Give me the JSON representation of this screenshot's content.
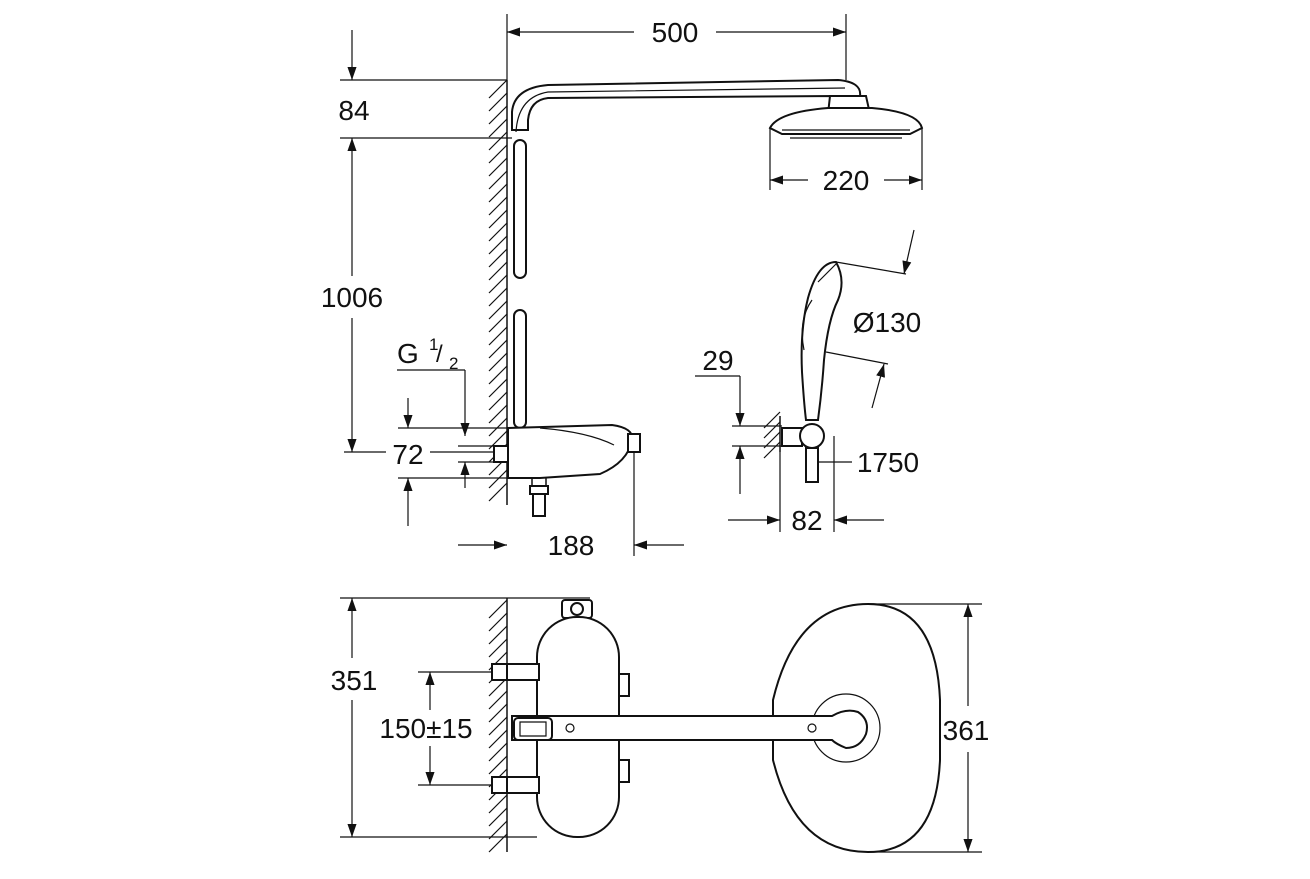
{
  "dimensions": {
    "overall_width": "500",
    "arm_top_height": "84",
    "head_diameter": "220",
    "rail_height": "1006",
    "thread_g": "G",
    "thread_num": "1",
    "thread_den": "2",
    "inlet_height": "72",
    "thermostat_depth": "188",
    "hand_shower_diameter": "Ø130",
    "holder_height": "29",
    "hose_length": "1750",
    "holder_projection": "82",
    "thermostat_height": "351",
    "inlet_spacing": "150±15",
    "head_height": "361"
  }
}
